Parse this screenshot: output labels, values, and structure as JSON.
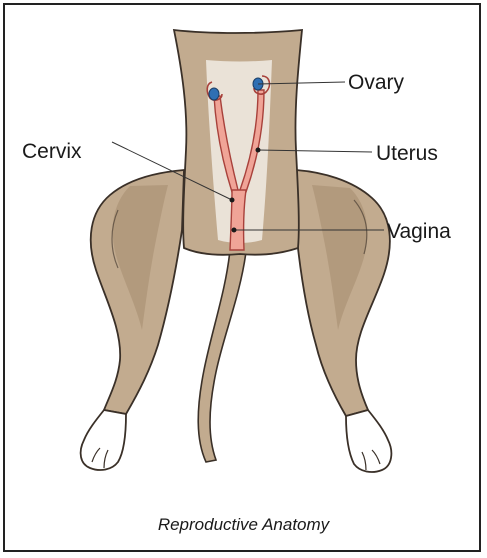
{
  "labels": {
    "ovary": "Ovary",
    "cervix": "Cervix",
    "uterus": "Uterus",
    "vagina": "Vagina"
  },
  "caption": "Reproductive Anatomy",
  "colors": {
    "body_fur": "#c2ab8f",
    "body_shade": "#a68d70",
    "body_light": "#f1ebe4",
    "paw_white": "#ffffff",
    "outline": "#3a3028",
    "tract_fill": "#f0a497",
    "tract_outline": "#a8413b",
    "ovary_blue": "#2f6fb3",
    "leader_line": "#333333"
  },
  "icons": {
    "anatomy": "dog-hindquarters-illustration"
  }
}
